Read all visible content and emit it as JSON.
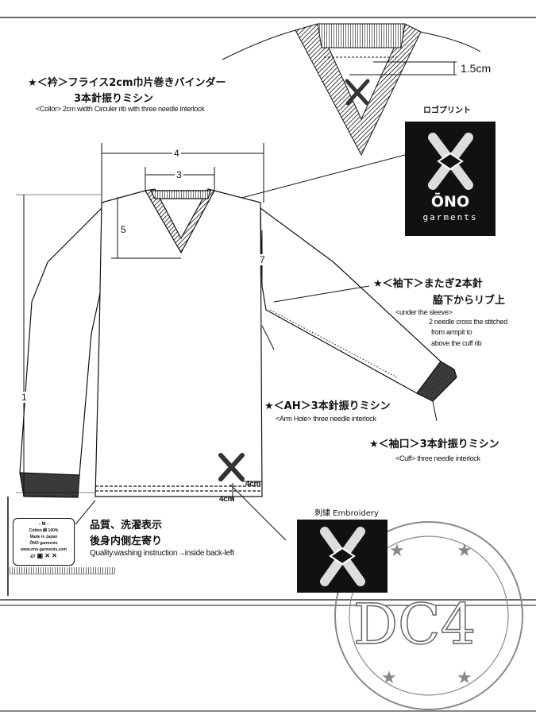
{
  "collar_note": {
    "jp_line1": "★＜衿＞フライス2cm巾片巻きバインダー",
    "jp_line2": "3本針振りミシン",
    "en": "<Collor>  2cm width Circuler rib with three needle interlock"
  },
  "collar_detail": {
    "dimension": "1.5cm"
  },
  "logo_print": {
    "label": "ロゴプリント",
    "brand": "ŌNO",
    "brand_sub": "garments"
  },
  "dimensions": {
    "d1": "1",
    "d3": "3",
    "d4": "4",
    "d5": "5",
    "d7": "7",
    "emb_side": "4cm",
    "emb_bottom": "4cm"
  },
  "under_sleeve_note": {
    "jp_line1": "★＜袖下＞またぎ2本針",
    "jp_line2": "脇下からリブ上",
    "en_title": "<under the sleeve>",
    "en_line1": "2 needle cross the stitched",
    "en_line2": "from armpit to",
    "en_line3": "above the cuff rib"
  },
  "armhole_note": {
    "jp": "★＜AH＞3本針振りミシン",
    "en": "<Arm Hole>  three needle interlock"
  },
  "cuff_note": {
    "jp": "★＜袖口＞3本針振りミシン",
    "en": "<Cuff>  three needle interlock"
  },
  "quality_note": {
    "jp_line1": "品質、洗濯表示",
    "jp_line2": "後身内側左寄り",
    "en": "Quality.washing instruction→inside back-left"
  },
  "care_tag": {
    "size": "- M -",
    "material": "Cotton 綿 100%",
    "origin": "Made in Japan",
    "brand": "ŌNO garments",
    "url": "www.ono-garments.com"
  },
  "embroidery": {
    "label": "刺繍  Embroidery"
  },
  "stamp": {
    "text": "DC4"
  }
}
